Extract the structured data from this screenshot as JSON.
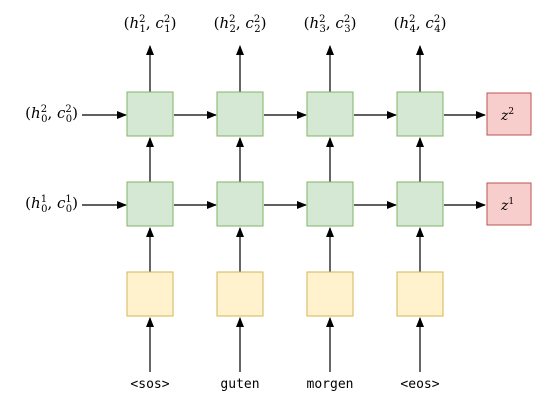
{
  "colors": {
    "lstm_fill": "#d5e8d4",
    "lstm_stroke": "#82b366",
    "embed_fill": "#fff2cc",
    "embed_stroke": "#d6b656",
    "z_fill": "#f8cecc",
    "z_stroke": "#b85450",
    "arrow": "#000000"
  },
  "tokens": [
    "<sos>",
    "guten",
    "morgen",
    "<eos>"
  ],
  "top_outputs": [
    {
      "var_h": "h",
      "var_c": "c",
      "sup": "2",
      "sub": "1"
    },
    {
      "var_h": "h",
      "var_c": "c",
      "sup": "2",
      "sub": "2"
    },
    {
      "var_h": "h",
      "var_c": "c",
      "sup": "2",
      "sub": "3"
    },
    {
      "var_h": "h",
      "var_c": "c",
      "sup": "2",
      "sub": "4"
    }
  ],
  "initial_states": [
    {
      "var_h": "h",
      "var_c": "c",
      "sup": "2",
      "sub": "0"
    },
    {
      "var_h": "h",
      "var_c": "c",
      "sup": "1",
      "sub": "0"
    }
  ],
  "context_vectors": [
    {
      "var": "z",
      "sup": "2"
    },
    {
      "var": "z",
      "sup": "1"
    }
  ],
  "punct": {
    "open": "(",
    "comma": ", ",
    "close": ")"
  }
}
